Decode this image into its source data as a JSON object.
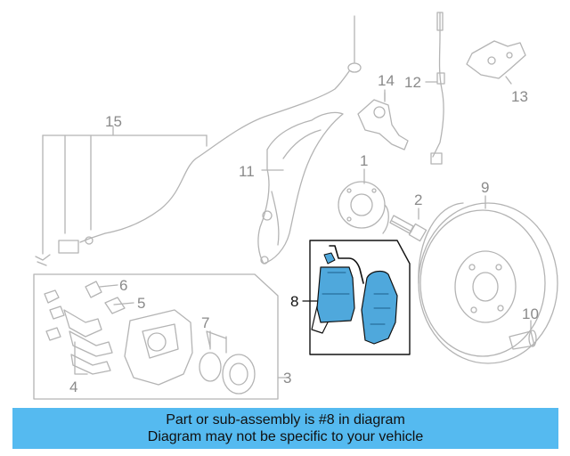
{
  "diagram": {
    "callouts": {
      "c1": "1",
      "c2": "2",
      "c3": "3",
      "c4": "4",
      "c5": "5",
      "c6": "6",
      "c7": "7",
      "c8": "8",
      "c9": "9",
      "c10": "10",
      "c11": "11",
      "c12": "12",
      "c13": "13",
      "c14": "14",
      "c15": "15"
    },
    "highlighted_part": "8"
  },
  "banner": {
    "line1": "Part or sub-assembly is #8 in diagram",
    "line2": "Diagram may not be specific to your vehicle",
    "background": "#55baf0"
  },
  "colors": {
    "line_faded": "#b4b4b4",
    "line_dark": "#111111",
    "highlight_fill": "#4fa8dc"
  }
}
